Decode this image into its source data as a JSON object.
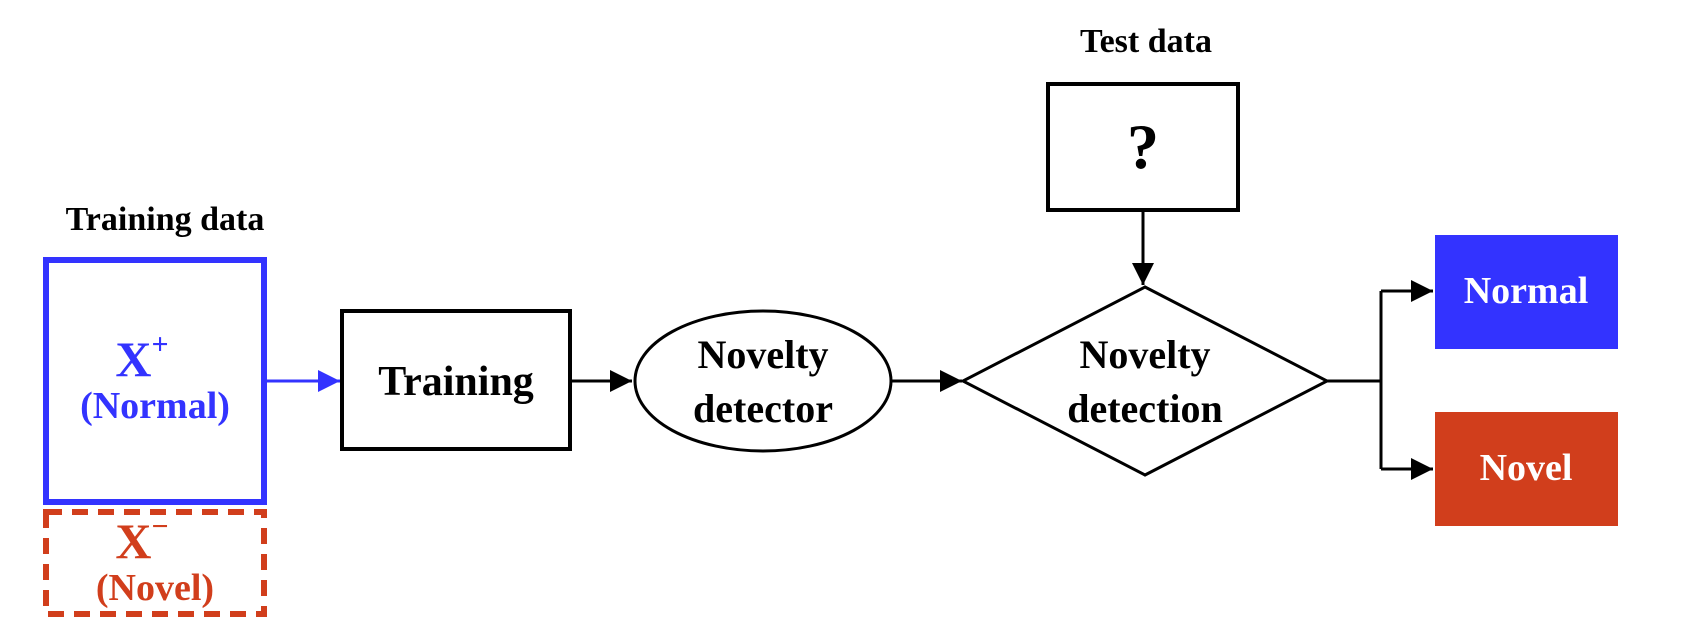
{
  "diagram": {
    "training_data_label": "Training data",
    "normal_symbol": "X",
    "normal_sup": "+",
    "normal_caption": "(Normal)",
    "novel_symbol": "X",
    "novel_sup": "−",
    "novel_caption": "(Novel)",
    "training_box_label": "Training",
    "detector_line1": "Novelty",
    "detector_line2": "detector",
    "test_data_label": "Test data",
    "test_box_label": "?",
    "detection_line1": "Novelty",
    "detection_line2": "detection",
    "output_normal_label": "Normal",
    "output_novel_label": "Novel"
  },
  "colors": {
    "normal": "#3333ff",
    "novel": "#d13e1c",
    "ink": "#000000",
    "output_text": "#ffffff"
  }
}
